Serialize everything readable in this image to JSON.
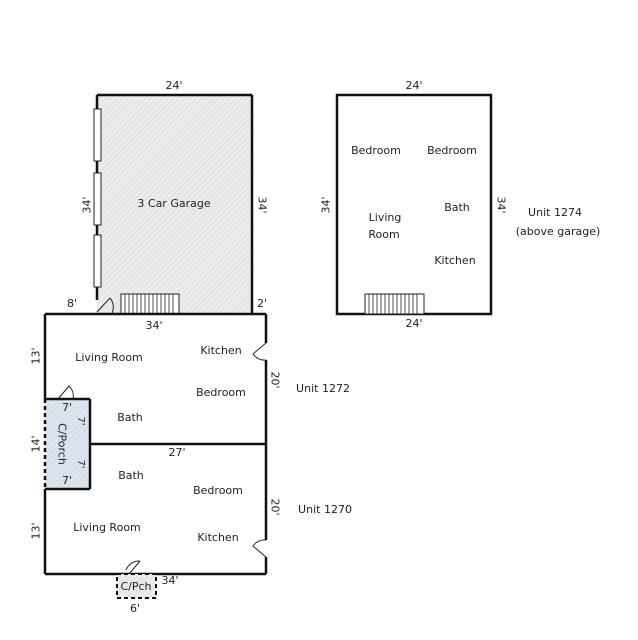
{
  "garage": {
    "label": "3 Car Garage",
    "dim_top": "24'",
    "dim_left": "34'",
    "dim_right": "34'",
    "dim_bottom_left": "8'",
    "dim_bottom_right": "2'"
  },
  "unit_1274": {
    "title": "Unit 1274",
    "subtitle": "(above garage)",
    "dim_top": "24'",
    "dim_bottom": "24'",
    "dim_left": "34'",
    "dim_right": "34'",
    "rooms": {
      "bedroom_1": "Bedroom",
      "bedroom_2": "Bedroom",
      "living_1": "Living",
      "living_2": "Room",
      "bath": "Bath",
      "kitchen": "Kitchen"
    }
  },
  "unit_1272": {
    "title": "Unit 1272",
    "dim_top": "34'",
    "dim_left": "13'",
    "dim_right": "20'",
    "rooms": {
      "living": "Living Room",
      "kitchen": "Kitchen",
      "bedroom": "Bedroom",
      "bath": "Bath"
    }
  },
  "unit_1270": {
    "title": "Unit 1270",
    "dim_top": "27'",
    "dim_left": "13'",
    "dim_right": "20'",
    "dim_bottom": "34'",
    "rooms": {
      "bath": "Bath",
      "bedroom": "Bedroom",
      "living": "Living Room",
      "kitchen": "Kitchen"
    }
  },
  "side_porch": {
    "label": "C/Porch",
    "dim_side": "14'",
    "dim_top": "7'",
    "dim_bottom": "7'",
    "dim_right_top": "7'",
    "dim_right_bottom": "7'"
  },
  "front_porch": {
    "label": "C/Pch",
    "dim_bottom": "6'"
  }
}
